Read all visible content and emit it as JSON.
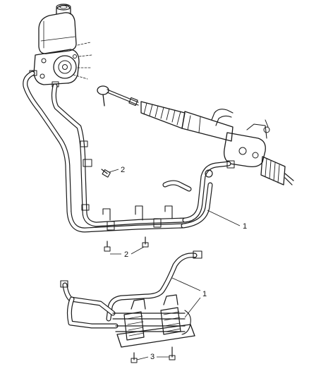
{
  "callouts": {
    "part_1_upper": "1",
    "part_1_lower": "1",
    "part_2_upper": "2",
    "part_2_lower": "2",
    "part_3": "3"
  }
}
